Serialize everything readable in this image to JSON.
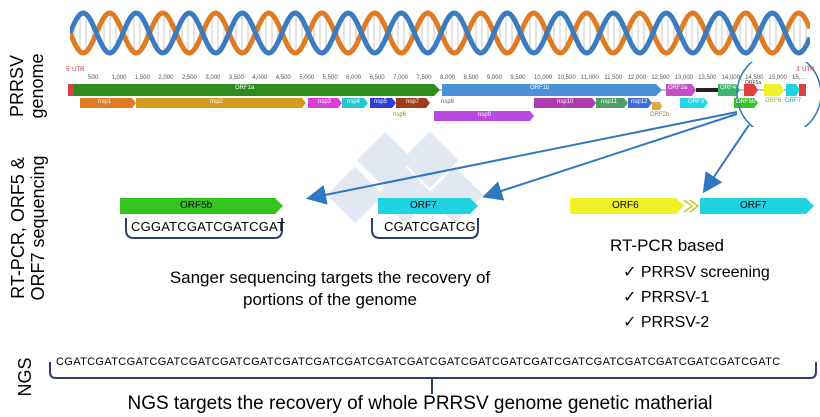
{
  "labels": {
    "genome": "PRRSV genome",
    "genome_line1": "PRRSV",
    "genome_line2": "genome",
    "sequencing_line1": "RT-PCR, ORF5 &",
    "sequencing_line2": "ORF7 sequencing",
    "ngs": "NGS"
  },
  "genome_map": {
    "utr5": "5' UTR",
    "utr3": "3' UTR",
    "ticks": [
      "500",
      "1,000",
      "1,500",
      "2,000",
      "2,500",
      "3,000",
      "3,500",
      "4,000",
      "4,500",
      "5,000",
      "5,500",
      "6,000",
      "6,500",
      "7,000",
      "7,500",
      "8,000",
      "8,500",
      "9,000",
      "9,500",
      "10,000",
      "10,500",
      "11,000",
      "11,500",
      "12,000",
      "12,500",
      "13,000",
      "13,500",
      "14,000",
      "14,500",
      "15,000",
      "15,..."
    ],
    "orf_main": [
      "ORF1a",
      "ORF1b",
      "ORF2a",
      "ORF4",
      "ORF5a",
      "ORF6",
      "ORF7",
      "ORF3",
      "ORF5b",
      "ORF2b"
    ],
    "nsp": [
      "nsp1",
      "nsp2",
      "nsp3",
      "nsp4",
      "nsp5",
      "nsp7",
      "nsp8",
      "nsp6",
      "nsp9",
      "nsp10",
      "nsp11",
      "nsp12"
    ]
  },
  "targets": {
    "orf5b": "ORF5b",
    "orf7": "ORF7",
    "orf6": "ORF6",
    "orf7b": "ORF7",
    "seq_orf5b": "CGGATCGATCGATCGAT",
    "seq_orf7": "CGATCGATCG"
  },
  "sanger": {
    "line1": "Sanger sequencing targets the recovery of",
    "line2": "portions of the genome"
  },
  "rtpcr": {
    "title": "RT-PCR based",
    "items": [
      "✓ PRRSV screening",
      "✓  PRRSV-1",
      "✓  PRRSV-2"
    ]
  },
  "ngs": {
    "sequence": "CGATCGATCGATCGATCGATCGATCGATCGATCGATCGATCGATCGATCGATCGATCGATCGATCGATCGATCGATCGATCGATCGATCGATC",
    "caption": "NGS targets the recovery of whole PRRSV genome genetic matherial"
  },
  "colors": {
    "dna_orange": "#e07b22",
    "dna_blue": "#3b7bbf",
    "orf1a": "#2e8b1e",
    "orf1b": "#4a90d9",
    "arrow": "#2f77bf",
    "green_target": "#33c51e",
    "cyan_target": "#1fd3e0",
    "yellow_target": "#f0f026"
  }
}
